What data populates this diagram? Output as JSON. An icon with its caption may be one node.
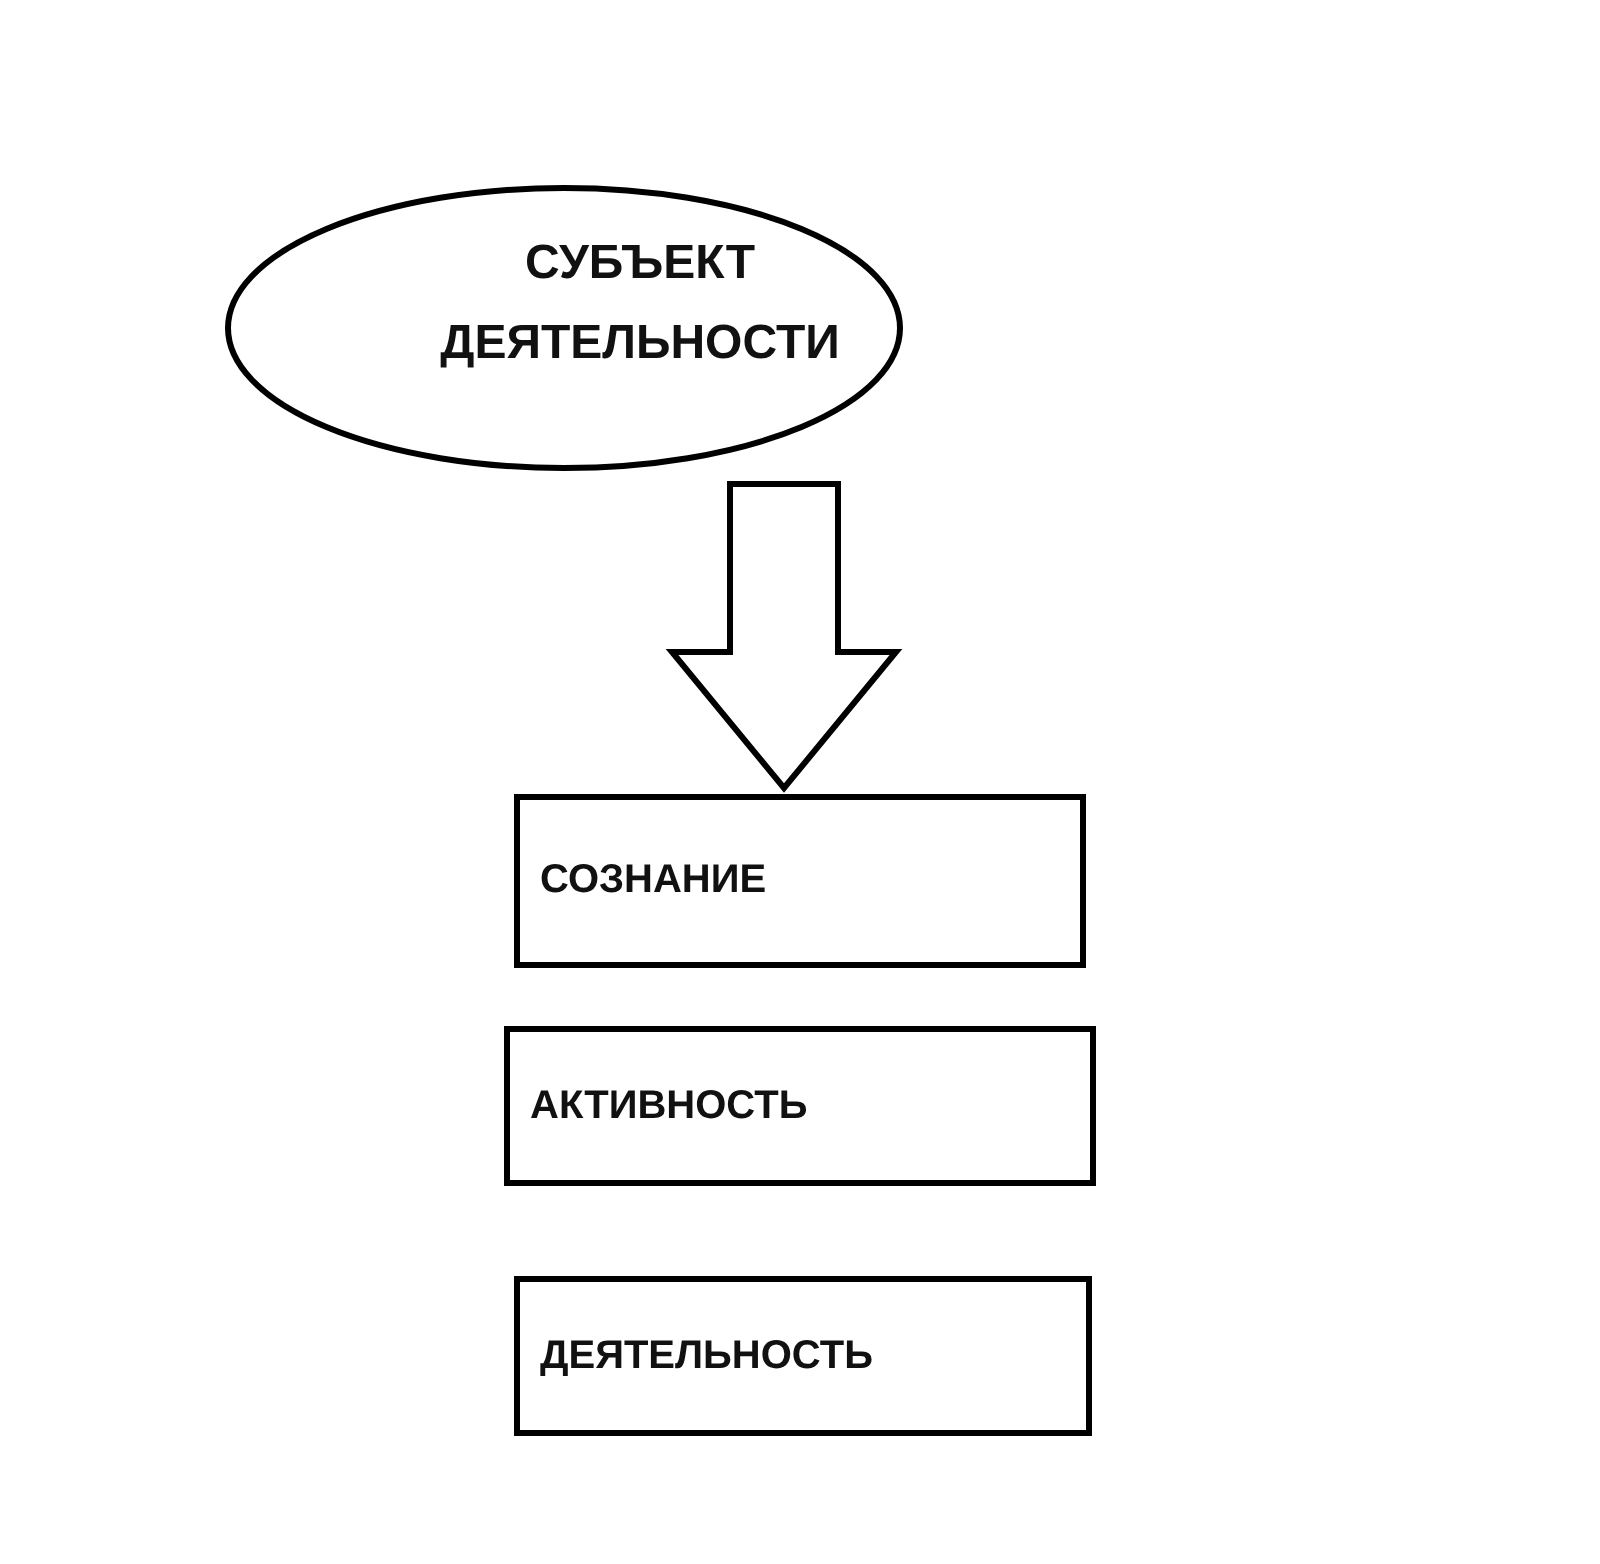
{
  "diagram": {
    "nodes": [
      {
        "text": [
          "СУБЪЕКТ ДЕЯТЕЛЬНОСТИ"
        ]
      },
      {
        "text": [
          "СОЗНАНИЕ"
        ]
      },
      {
        "text": [
          "АКТИВНОСТЬ"
        ]
      },
      {
        "text": [
          "ДЕЯТЕЛЬНОСТЬ"
        ]
      }
    ],
    "edges": [
      {
        "from": 0,
        "to": 1,
        "arrow": "to",
        "style": "thick"
      }
    ]
  }
}
